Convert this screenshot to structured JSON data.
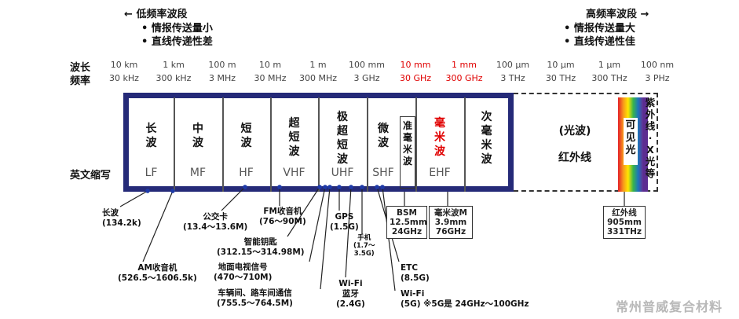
{
  "header": {
    "left_title": "低频率波段",
    "left_items": [
      "• 情报传送量小",
      "• 直线传递性差"
    ],
    "right_title": "高频率波段",
    "right_items": [
      "• 情报传送量大",
      "• 直线传递性佳"
    ],
    "left_arrow": "←",
    "right_arrow": "→"
  },
  "rows": {
    "wavelength": "波长",
    "frequency": "频率",
    "abbr": "英文缩写"
  },
  "scale": [
    {
      "wl": "10 km",
      "fq": "30 kHz"
    },
    {
      "wl": "1 km",
      "fq": "300 kHz"
    },
    {
      "wl": "100 m",
      "fq": "3 MHz"
    },
    {
      "wl": "10 m",
      "fq": "30 MHz"
    },
    {
      "wl": "1 m",
      "fq": "300 MHz"
    },
    {
      "wl": "100 mm",
      "fq": "3 GHz"
    },
    {
      "wl": "10 mm",
      "fq": "30 GHz"
    },
    {
      "wl": "1 mm",
      "fq": "300 GHz"
    },
    {
      "wl": "100 μm",
      "fq": "3 THz"
    },
    {
      "wl": "10 μm",
      "fq": "30 THz"
    },
    {
      "wl": "1 μm",
      "fq": "300 THz"
    },
    {
      "wl": "100 nm",
      "fq": "3 PHz"
    }
  ],
  "bands": [
    {
      "name": "长\n波",
      "abbr": "LF"
    },
    {
      "name": "中\n波",
      "abbr": "MF"
    },
    {
      "name": "短\n波",
      "abbr": "HF"
    },
    {
      "name": "超\n短\n波",
      "abbr": "VHF"
    },
    {
      "name": "极\n超\n短\n波",
      "abbr": "UHF"
    },
    {
      "name": "微\n波",
      "abbr": "SHF"
    },
    {
      "name": "准\n毫\n米\n波",
      "abbr": ""
    },
    {
      "name": "毫\n米\n波",
      "abbr": "EHF"
    },
    {
      "name": "次\n毫\n米\n波",
      "abbr": ""
    }
  ],
  "light": {
    "label": "(光波)",
    "ir": "红外线",
    "visible": "可\n见\n光",
    "uvx": "紫\n外\n线\n·\nX\n光\n等"
  },
  "annotations": {
    "lw": "长波\n(134.2k)",
    "am": "AM收音机\n(526.5～1606.5k)",
    "key_card": "公交卡\n(13.4～13.6M)",
    "fm": "FM收音机\n(76～90M)",
    "smart_key": "智能钥匙\n(312.15～314.98M)",
    "tv": "地面电视信号\n(470～710M)",
    "v2x": "车辆间、路车间通信\n(755.5～764.5M)",
    "gps": "GPS\n(1.5G)",
    "phone": "手机\n(1.7～\n3.5G)",
    "wifi_bt": "Wi-Fi\n蓝牙\n(2.4G)",
    "etc": "ETC\n(8.5G)",
    "wifi5": "Wi-Fi\n(5G) ※5G是 24GHz～100GHz",
    "bsm": "BSM\n12.5mm\n24GHz",
    "mmw": "毫米波M\n3.9mm\n76GHz",
    "irbox": "红外线\n905mm\n331THz"
  },
  "watermark": "常州普威复合材料"
}
